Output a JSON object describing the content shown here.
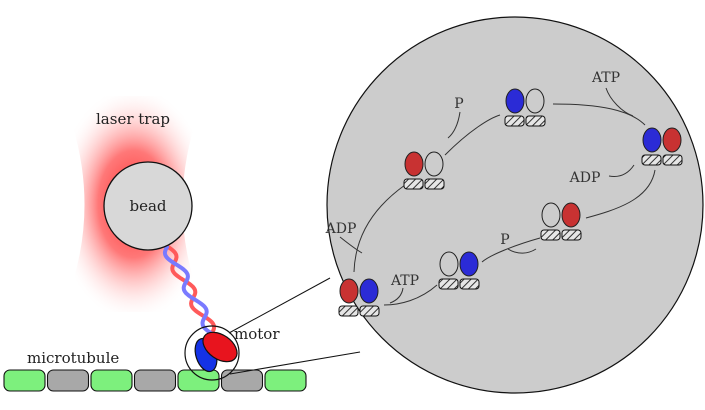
{
  "labels": {
    "laser_trap": "laser trap",
    "bead": "bead",
    "motor": "motor",
    "microtubule": "microtubule"
  },
  "cycle_labels": {
    "atp_top": "ATP",
    "p_top": "P",
    "adp_right": "ADP",
    "adp_left": "ADP",
    "p_bottom": "P",
    "atp_bottom": "ATP"
  },
  "colors": {
    "head_red": "#c83232",
    "head_blue": "#2b2bd6",
    "motor_red": "#e8141e",
    "motor_blue": "#1432e6",
    "tubulin_green": "#7df07d",
    "tubulin_grey": "#a8a8a8",
    "zoom_circle_fill": "#cccccc",
    "bead_fill": "#d8d8d8",
    "laser_red": "#ff4a4a"
  },
  "microtubule_segments": [
    "green",
    "grey",
    "green",
    "grey",
    "green",
    "grey",
    "green"
  ],
  "cycle_states": [
    {
      "name": "state-1",
      "lead": "blue",
      "trail": "empty"
    },
    {
      "name": "state-2",
      "lead": "blue",
      "trail": "red"
    },
    {
      "name": "state-3",
      "lead": "empty",
      "trail": "red"
    },
    {
      "name": "state-4",
      "lead": "empty",
      "trail": "blue"
    },
    {
      "name": "state-5",
      "lead": "red",
      "trail": "blue"
    },
    {
      "name": "state-6",
      "lead": "red",
      "trail": "empty"
    }
  ]
}
